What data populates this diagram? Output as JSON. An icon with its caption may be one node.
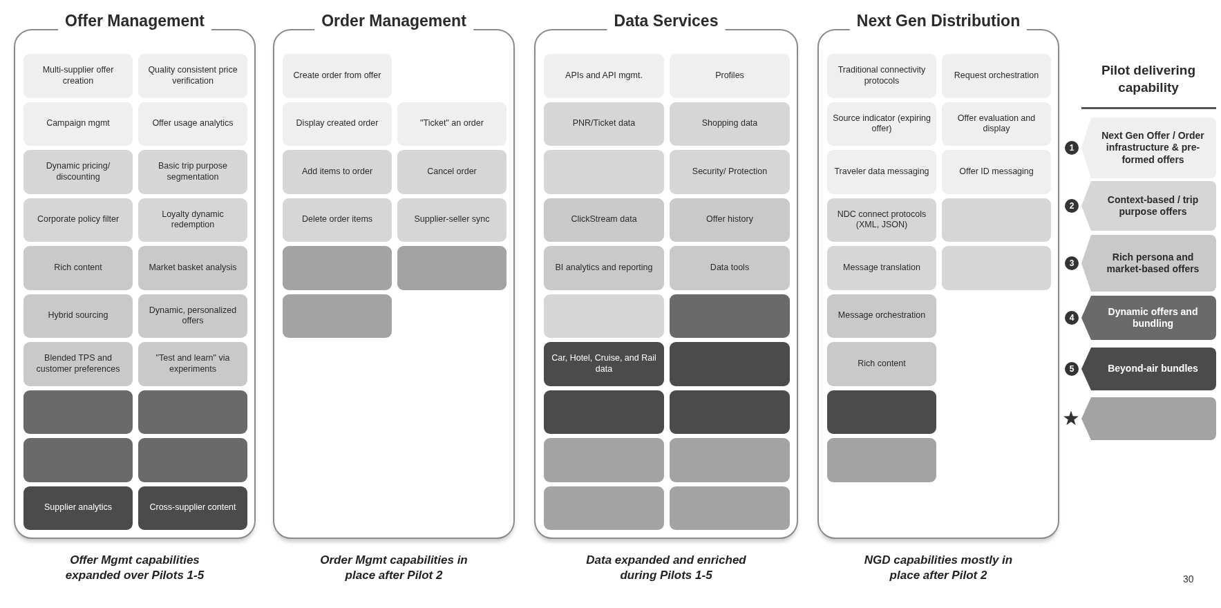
{
  "diagram": {
    "nodes": [
      {
        "text": [
          "Offer Management"
        ],
        "beside": [
          "Offer Mgmt capabilities expanded over Pilots 1-5"
        ]
      },
      {
        "text": [
          "Multi-supplier offer creation"
        ],
        "in": 0
      },
      {
        "text": [
          "Quality consistent price verification"
        ],
        "in": 0
      },
      {
        "text": [
          "Campaign mgmt"
        ],
        "in": 0
      },
      {
        "text": [
          "Offer usage analytics"
        ],
        "in": 0
      },
      {
        "text": [
          "Dynamic pricing/ discounting"
        ],
        "in": 0
      },
      {
        "text": [
          "Basic trip purpose segmentation"
        ],
        "in": 0
      },
      {
        "text": [
          "Corporate policy filter"
        ],
        "in": 0
      },
      {
        "text": [
          "Loyalty dynamic redemption"
        ],
        "in": 0
      },
      {
        "text": [
          "Rich content"
        ],
        "in": 0
      },
      {
        "text": [
          "Market basket analysis"
        ],
        "in": 0
      },
      {
        "text": [
          "Hybrid sourcing"
        ],
        "in": 0
      },
      {
        "text": [
          "Dynamic, personalized offers"
        ],
        "in": 0
      },
      {
        "text": [
          "Blended TPS and customer preferences"
        ],
        "in": 0
      },
      {
        "text": [
          "\"Test and learn\" via experiments"
        ],
        "in": 0
      },
      {
        "text": [],
        "shape": "box",
        "in": 0
      },
      {
        "text": [],
        "shape": "box",
        "in": 0
      },
      {
        "text": [],
        "shape": "box",
        "in": 0
      },
      {
        "text": [],
        "shape": "box",
        "in": 0
      },
      {
        "text": [
          "Supplier analytics"
        ],
        "in": 0
      },
      {
        "text": [
          "Cross-supplier content"
        ],
        "in": 0
      },
      {
        "text": [
          "Order Management"
        ],
        "beside": [
          "Order Mgmt capabilities in place after Pilot 2"
        ]
      },
      {
        "text": [
          "Create order from offer"
        ],
        "in": 21
      },
      {
        "text": [
          "Display created order"
        ],
        "in": 21
      },
      {
        "text": [
          "\"Ticket\" an order"
        ],
        "in": 21
      },
      {
        "text": [
          "Add items to order"
        ],
        "in": 21
      },
      {
        "text": [
          "Cancel order"
        ],
        "in": 21
      },
      {
        "text": [
          "Delete order items"
        ],
        "in": 21
      },
      {
        "text": [
          "Supplier-seller sync"
        ],
        "in": 21
      },
      {
        "text": [],
        "shape": "box",
        "in": 21
      },
      {
        "text": [],
        "shape": "box",
        "in": 21
      },
      {
        "text": [],
        "shape": "box",
        "in": 21
      },
      {
        "text": [
          "Data Services"
        ],
        "beside": [
          "Data expanded and enriched during Pilots 1-5"
        ]
      },
      {
        "text": [
          "APIs and API mgmt."
        ],
        "in": 32
      },
      {
        "text": [
          "Profiles"
        ],
        "in": 32
      },
      {
        "text": [
          "PNR/Ticket data"
        ],
        "in": 32
      },
      {
        "text": [
          "Shopping data"
        ],
        "in": 32
      },
      {
        "text": [],
        "shape": "box",
        "in": 32
      },
      {
        "text": [
          "Security/ Protection"
        ],
        "in": 32
      },
      {
        "text": [
          "ClickStream data"
        ],
        "in": 32
      },
      {
        "text": [
          "Offer history"
        ],
        "in": 32
      },
      {
        "text": [
          "BI analytics and reporting"
        ],
        "in": 32
      },
      {
        "text": [
          "Data tools"
        ],
        "in": 32
      },
      {
        "text": [],
        "shape": "box",
        "in": 32
      },
      {
        "text": [],
        "shape": "box",
        "in": 32
      },
      {
        "text": [
          "Car, Hotel, Cruise, and Rail data"
        ],
        "in": 32
      },
      {
        "text": [],
        "shape": "box",
        "in": 32
      },
      {
        "text": [],
        "shape": "box",
        "in": 32
      },
      {
        "text": [],
        "shape": "box",
        "in": 32
      },
      {
        "text": [],
        "shape": "box",
        "in": 32
      },
      {
        "text": [],
        "shape": "box",
        "in": 32
      },
      {
        "text": [],
        "shape": "box",
        "in": 32
      },
      {
        "text": [],
        "shape": "box",
        "in": 32
      },
      {
        "text": [
          "Next Gen Distribution"
        ],
        "beside": [
          "NGD capabilities mostly in place after Pilot 2"
        ]
      },
      {
        "text": [
          "Traditional connectivity protocols"
        ],
        "in": 53
      },
      {
        "text": [
          "Request orchestration"
        ],
        "in": 53
      },
      {
        "text": [
          "Source indicator (expiring offer)"
        ],
        "in": 53
      },
      {
        "text": [
          "Offer evaluation and display"
        ],
        "in": 53
      },
      {
        "text": [
          "Traveler data messaging"
        ],
        "in": 53
      },
      {
        "text": [
          "Offer ID messaging"
        ],
        "in": 53
      },
      {
        "text": [
          "NDC connect protocols (XML, JSON)"
        ],
        "in": 53
      },
      {
        "text": [],
        "shape": "box",
        "in": 53
      },
      {
        "text": [
          "Message translation"
        ],
        "in": 53
      },
      {
        "text": [],
        "shape": "box",
        "in": 53
      },
      {
        "text": [
          "Message orchestration"
        ],
        "in": 53
      },
      {
        "text": [
          "Rich content"
        ],
        "in": 53
      },
      {
        "text": [],
        "shape": "box",
        "in": 53
      },
      {
        "text": [],
        "shape": "box",
        "in": 53
      },
      {
        "text": [],
        "shape": "box"
      }
    ],
    "labels": [
      "Pilot delivering capability",
      "1",
      "2",
      "3",
      "4",
      "5",
      "30"
    ],
    "legend": [
      {
        "text": "Next Gen Offer / Order infrastructure & pre-formed offers",
        "color": "#efefef"
      },
      {
        "text": "Context-based / trip purpose offers",
        "color": "#d6d6d6"
      },
      {
        "text": "Rich persona and market-based offers",
        "color": "#c9c9c9"
      },
      {
        "text": "Dynamic offers and bundling",
        "color": "#6a6a6a"
      },
      {
        "text": "Beyond-air bundles",
        "color": "#4b4b4b"
      }
    ]
  }
}
